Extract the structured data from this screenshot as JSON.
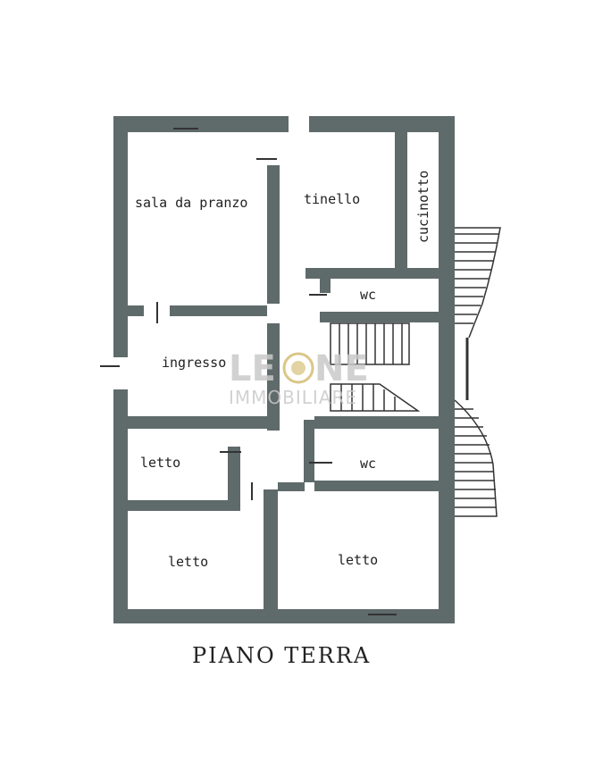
{
  "plan": {
    "title": "PIANO TERRA",
    "rooms": {
      "sala_da_pranzo": "sala da pranzo",
      "tinello": "tinello",
      "cucinotto": "cucinotto",
      "wc_upper": "wc",
      "ingresso": "ingresso",
      "letto_small": "letto",
      "wc_lower": "wc",
      "letto_bottom_left": "letto",
      "letto_bottom_right": "letto"
    }
  },
  "watermark": {
    "brand_left": "LE",
    "brand_right": "NE",
    "subtitle": "IMMOBILIARE",
    "logo_icon": "lion-head-icon"
  },
  "colors": {
    "wall": "#5f6a6a",
    "watermark": "#c9c9c9",
    "logo_gold": "#d6c07a"
  }
}
